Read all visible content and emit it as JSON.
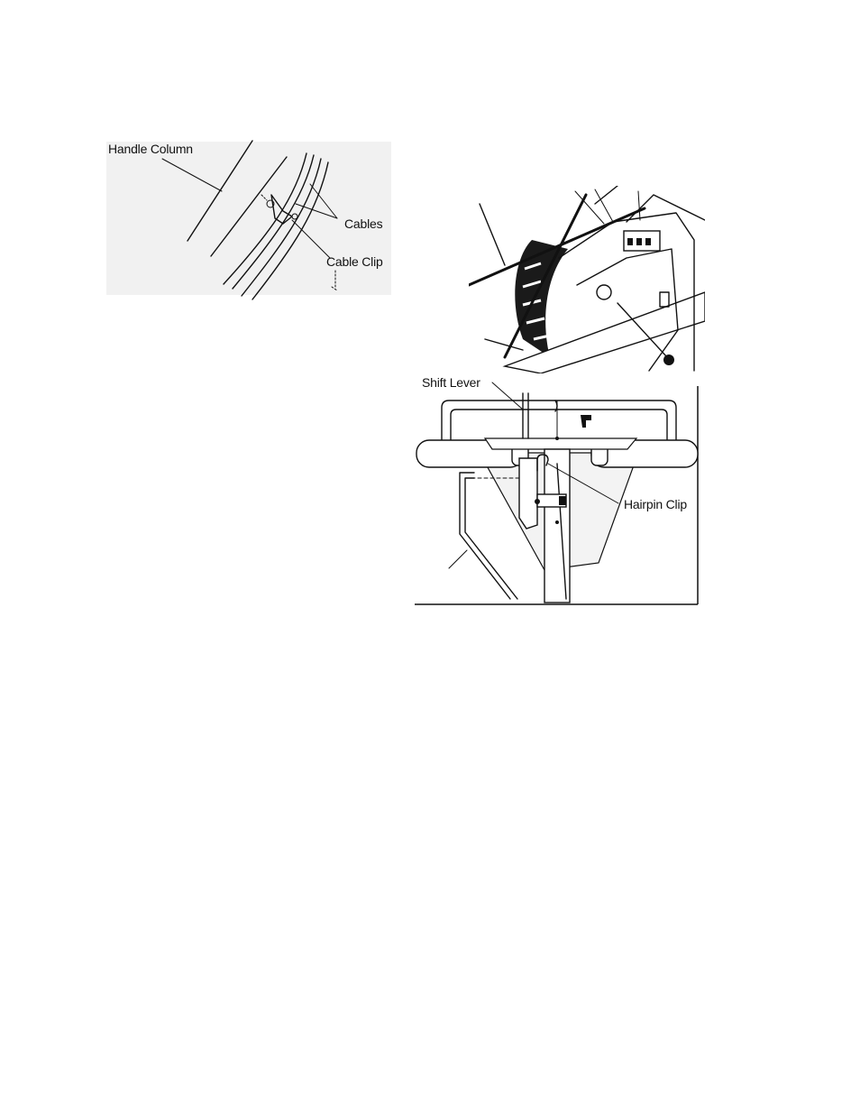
{
  "figure_cable_clip": {
    "labels": {
      "handle_column": "Handle Column",
      "cables": "Cables",
      "cable_clip": "Cable Clip"
    }
  },
  "figure_shift_lever": {
    "labels": {
      "shift_lever": "Shift Lever",
      "hairpin_clip": "Hairpin Clip"
    }
  }
}
